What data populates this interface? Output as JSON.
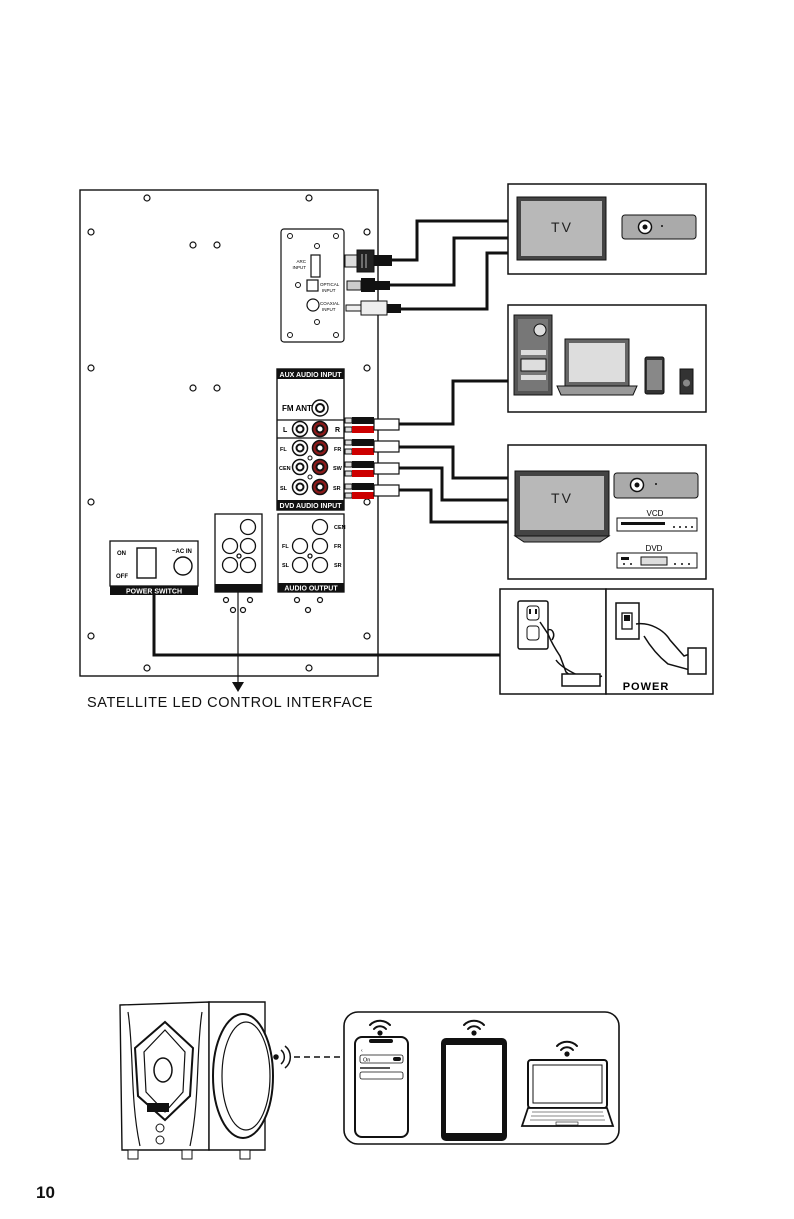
{
  "page": {
    "number": "10"
  },
  "rear_panel": {
    "hdmi": {
      "line1": "ARC",
      "line2": "INPUT"
    },
    "optical": {
      "line1": "OPTICAL",
      "line2": "INPUT"
    },
    "coaxial": {
      "line1": "COAXIAL",
      "line2": "INPUT"
    },
    "aux_header": "AUX AUDIO INPUT",
    "fm_ant": "FM ANT",
    "aux_left": "L",
    "aux_right": "R",
    "dvd_left": [
      "FL",
      "CEN",
      "SL"
    ],
    "dvd_right": [
      "FR",
      "SW",
      "SR"
    ],
    "dvd_footer": "DVD AUDIO INPUT",
    "power_on": "ON",
    "power_off": "OFF",
    "ac_in": "~AC IN",
    "power_footer": "POWER SWITCH",
    "out_left": [
      "FL",
      "SL"
    ],
    "out_right": [
      "CEN",
      "FR",
      "SR"
    ],
    "out_footer": "AUDIO OUTPUT"
  },
  "devices": {
    "tv_top": "TV",
    "tv_bottom": "TV",
    "vcd": "VCD",
    "dvd": "DVD",
    "power": "POWER"
  },
  "caption": {
    "satellite": "SATELLITE LED CONTROL INTERFACE"
  },
  "wireless": {
    "phone_toggle": "On"
  }
}
